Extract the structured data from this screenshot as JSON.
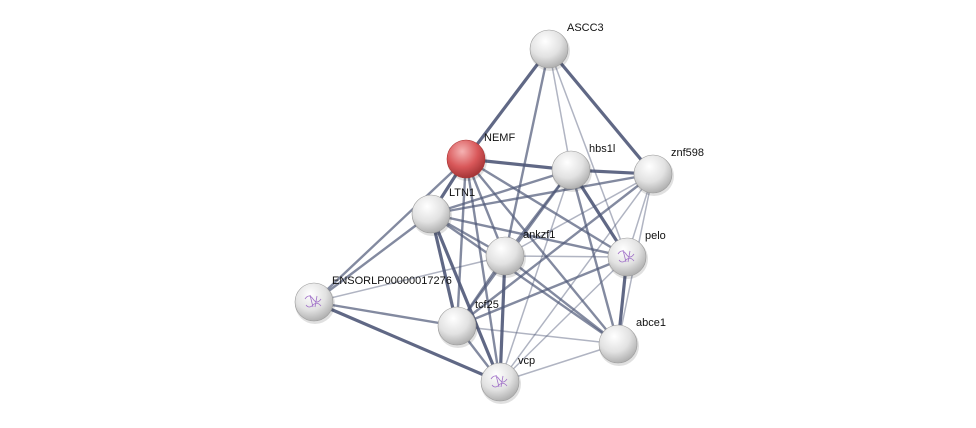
{
  "network": {
    "nodes": [
      {
        "id": "ASCC3",
        "label": "ASCC3",
        "query": false
      },
      {
        "id": "NEMF",
        "label": "NEMF",
        "query": true
      },
      {
        "id": "hbs1l",
        "label": "hbs1l",
        "query": false
      },
      {
        "id": "znf598",
        "label": "znf598",
        "query": false
      },
      {
        "id": "LTN1",
        "label": "LTN1",
        "query": false
      },
      {
        "id": "ankzf1",
        "label": "ankzf1",
        "query": false
      },
      {
        "id": "pelo",
        "label": "pelo",
        "query": false,
        "structure": true
      },
      {
        "id": "ENSORLP",
        "label": "ENSORLP00000017276",
        "query": false,
        "structure": true
      },
      {
        "id": "tcf25",
        "label": "tcf25",
        "query": false
      },
      {
        "id": "abce1",
        "label": "abce1",
        "query": false
      },
      {
        "id": "vcp",
        "label": "vcp",
        "query": false,
        "structure": true
      }
    ],
    "edges": [
      [
        "ASCC3",
        "NEMF",
        3
      ],
      [
        "ASCC3",
        "znf598",
        3
      ],
      [
        "ASCC3",
        "hbs1l",
        1
      ],
      [
        "ASCC3",
        "ankzf1",
        2
      ],
      [
        "ASCC3",
        "pelo",
        1
      ],
      [
        "NEMF",
        "hbs1l",
        3
      ],
      [
        "NEMF",
        "LTN1",
        3
      ],
      [
        "NEMF",
        "ankzf1",
        2
      ],
      [
        "NEMF",
        "pelo",
        2
      ],
      [
        "NEMF",
        "abce1",
        2
      ],
      [
        "NEMF",
        "tcf25",
        2
      ],
      [
        "NEMF",
        "vcp",
        2
      ],
      [
        "NEMF",
        "ENSORLP",
        2
      ],
      [
        "hbs1l",
        "znf598",
        3
      ],
      [
        "hbs1l",
        "LTN1",
        2
      ],
      [
        "hbs1l",
        "pelo",
        3
      ],
      [
        "hbs1l",
        "abce1",
        2
      ],
      [
        "hbs1l",
        "ankzf1",
        2
      ],
      [
        "hbs1l",
        "tcf25",
        2
      ],
      [
        "hbs1l",
        "vcp",
        1
      ],
      [
        "znf598",
        "LTN1",
        2
      ],
      [
        "znf598",
        "pelo",
        1
      ],
      [
        "znf598",
        "abce1",
        1
      ],
      [
        "znf598",
        "tcf25",
        2
      ],
      [
        "znf598",
        "vcp",
        1
      ],
      [
        "znf598",
        "ankzf1",
        1
      ],
      [
        "LTN1",
        "ankzf1",
        2
      ],
      [
        "LTN1",
        "pelo",
        2
      ],
      [
        "LTN1",
        "tcf25",
        3
      ],
      [
        "LTN1",
        "vcp",
        3
      ],
      [
        "LTN1",
        "ENSORLP",
        2
      ],
      [
        "LTN1",
        "abce1",
        2
      ],
      [
        "ankzf1",
        "pelo",
        1
      ],
      [
        "ankzf1",
        "vcp",
        3
      ],
      [
        "ankzf1",
        "tcf25",
        2
      ],
      [
        "ankzf1",
        "abce1",
        2
      ],
      [
        "ankzf1",
        "ENSORLP",
        1
      ],
      [
        "pelo",
        "abce1",
        3
      ],
      [
        "pelo",
        "vcp",
        1
      ],
      [
        "pelo",
        "tcf25",
        2
      ],
      [
        "ENSORLP",
        "vcp",
        3
      ],
      [
        "ENSORLP",
        "tcf25",
        2
      ],
      [
        "tcf25",
        "vcp",
        2
      ],
      [
        "tcf25",
        "abce1",
        1
      ],
      [
        "abce1",
        "vcp",
        1
      ]
    ],
    "colors": {
      "edge": "#4f5878",
      "node": "#e6e6e6",
      "query_node": "#d9585a"
    }
  }
}
